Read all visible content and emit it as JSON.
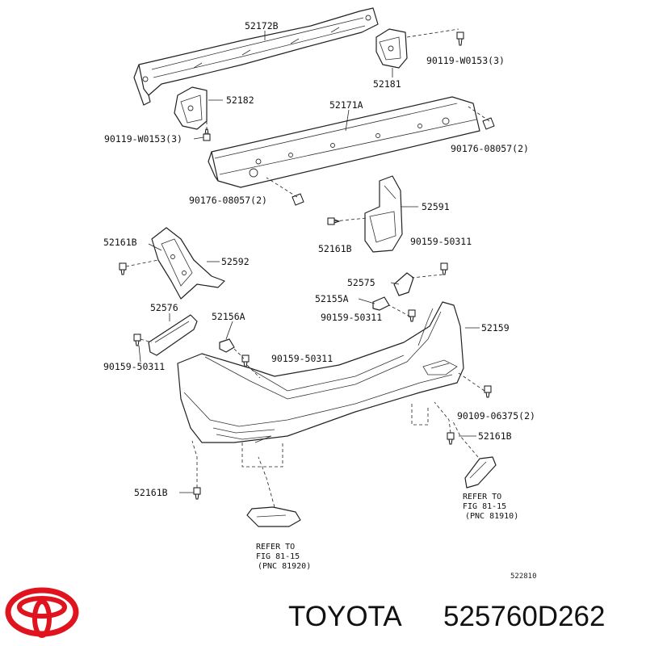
{
  "parts": {
    "reinforcement_upper": "52172B",
    "bracket_right": "52181",
    "bracket_left": "52182",
    "bolt_right": "90119-W0153(3)",
    "bolt_left": "90119-W0153(3)",
    "absorber": "52171A",
    "clip_right": "90176-08057(2)",
    "clip_lower": "90176-08057(2)",
    "retainer_right": "52591",
    "retainer_left": "52592",
    "clip_52161b_a": "52161B",
    "clip_52161b_b": "52161B",
    "screw_50311_a": "90159-50311",
    "support_52575": "52575",
    "spacer_52155a": "52155A",
    "screw_50311_b": "90159-50311",
    "support_52576": "52576",
    "spacer_52156a": "52156A",
    "screw_50311_c": "90159-50311",
    "screw_50311_d": "90159-50311",
    "bumper_cover": "52159",
    "screw_06375": "90109-06375(2)",
    "clip_52161b_c": "52161B",
    "clip_52161b_d": "52161B"
  },
  "refs": {
    "right": {
      "line1": "REFER TO",
      "line2": "FIG 81-15",
      "line3": "(PNC 81910)"
    },
    "left": {
      "line1": "REFER TO",
      "line2": "FIG 81-15",
      "line3": "(PNC 81920)"
    }
  },
  "diagram_code": "522810",
  "footer": {
    "brand": "TOYOTA",
    "part_number": "525760D262"
  },
  "colors": {
    "logo": "#e0141e",
    "line": "#222222"
  }
}
